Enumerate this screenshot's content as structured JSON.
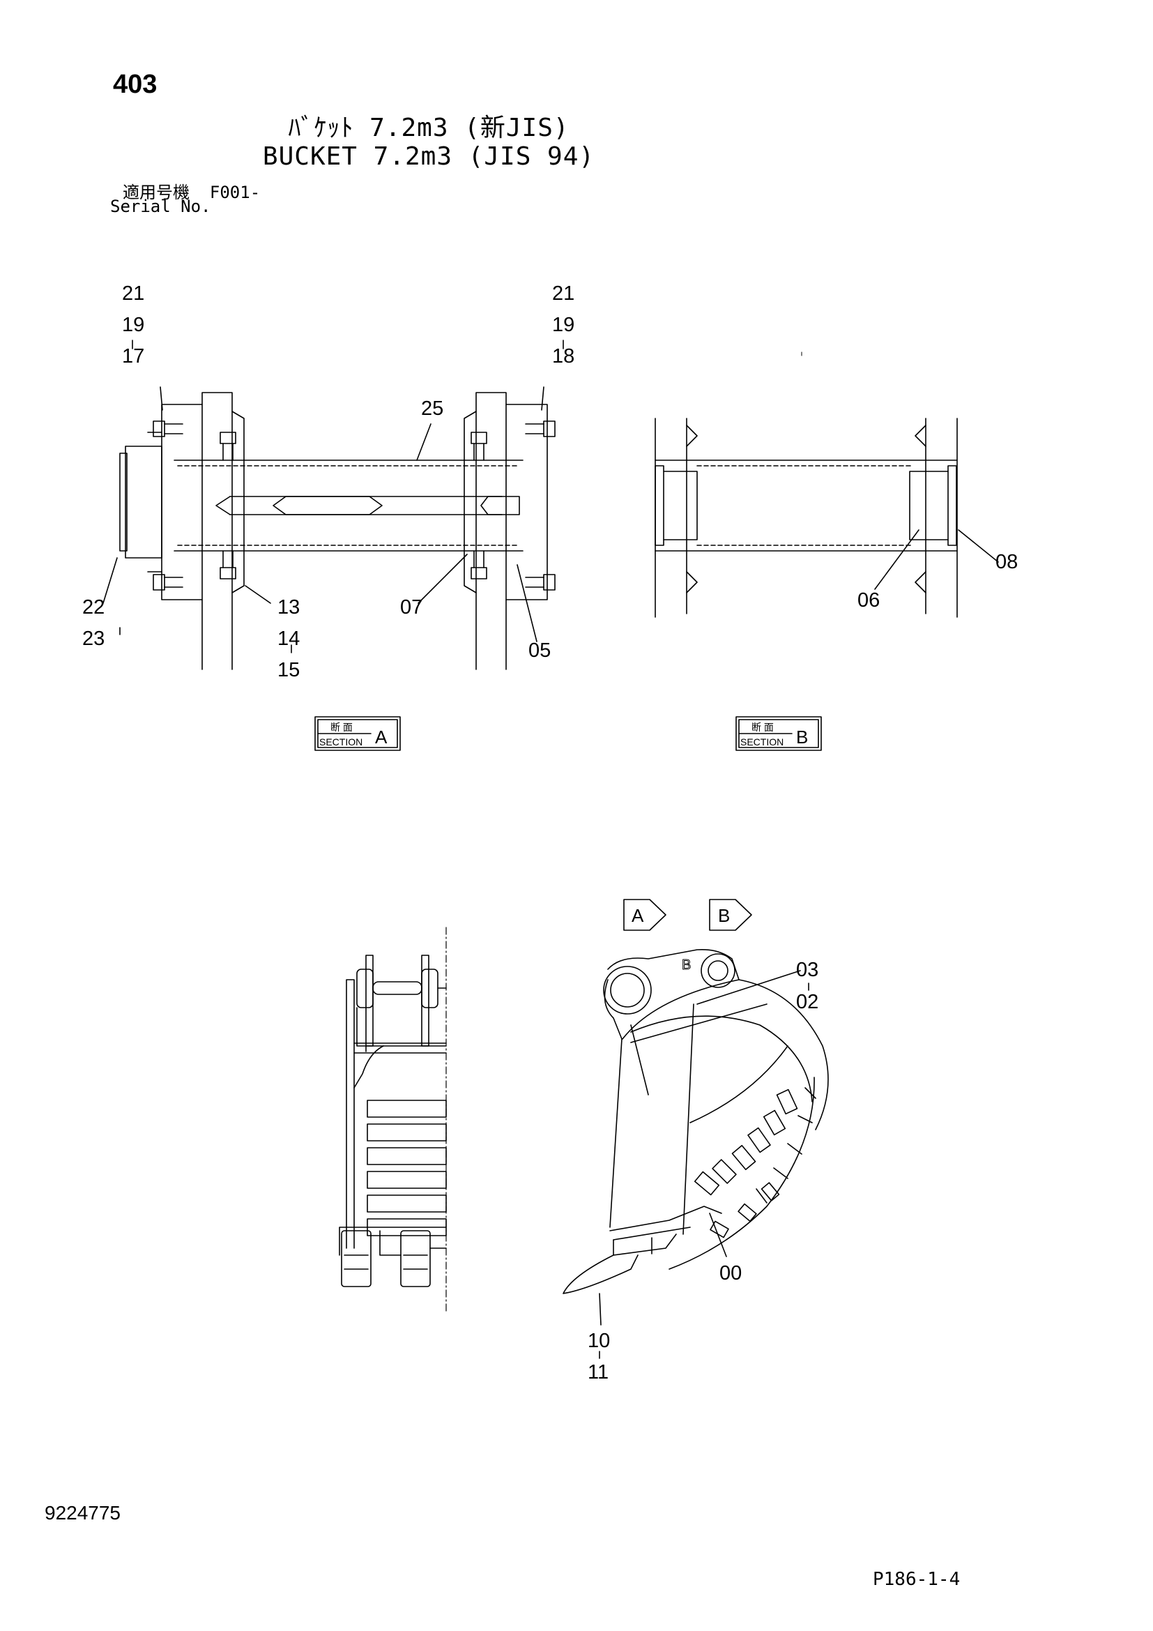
{
  "page_number": "403",
  "title_jp": "ﾊﾞｹｯﾄ 7.2m3 (新JIS)",
  "title_en": "BUCKET 7.2m3 (JIS 94)",
  "serial_label_jp": "適用号機",
  "serial_value": "F001-",
  "serial_label_en": "Serial No.",
  "drawing_number": "9224775",
  "page_code": "P186-1-4",
  "section_a": {
    "jp": "断 面",
    "en": "SECTION",
    "letter": "A"
  },
  "section_b": {
    "jp": "断 面",
    "en": "SECTION",
    "letter": "B"
  },
  "view_markers": [
    "A",
    "B"
  ],
  "callouts": {
    "a_left": [
      "21",
      "19",
      "17"
    ],
    "a_right": [
      "21",
      "19",
      "18"
    ],
    "a_25": "25",
    "a_22_23": [
      "22",
      "23"
    ],
    "a_13_15": [
      "13",
      "14",
      "15"
    ],
    "a_07": "07",
    "a_05": "05",
    "b_06": "06",
    "b_08": "08",
    "bucket_03_02": [
      "03",
      "02"
    ],
    "bucket_00": "00",
    "bucket_10_11": [
      "10",
      "11"
    ]
  }
}
